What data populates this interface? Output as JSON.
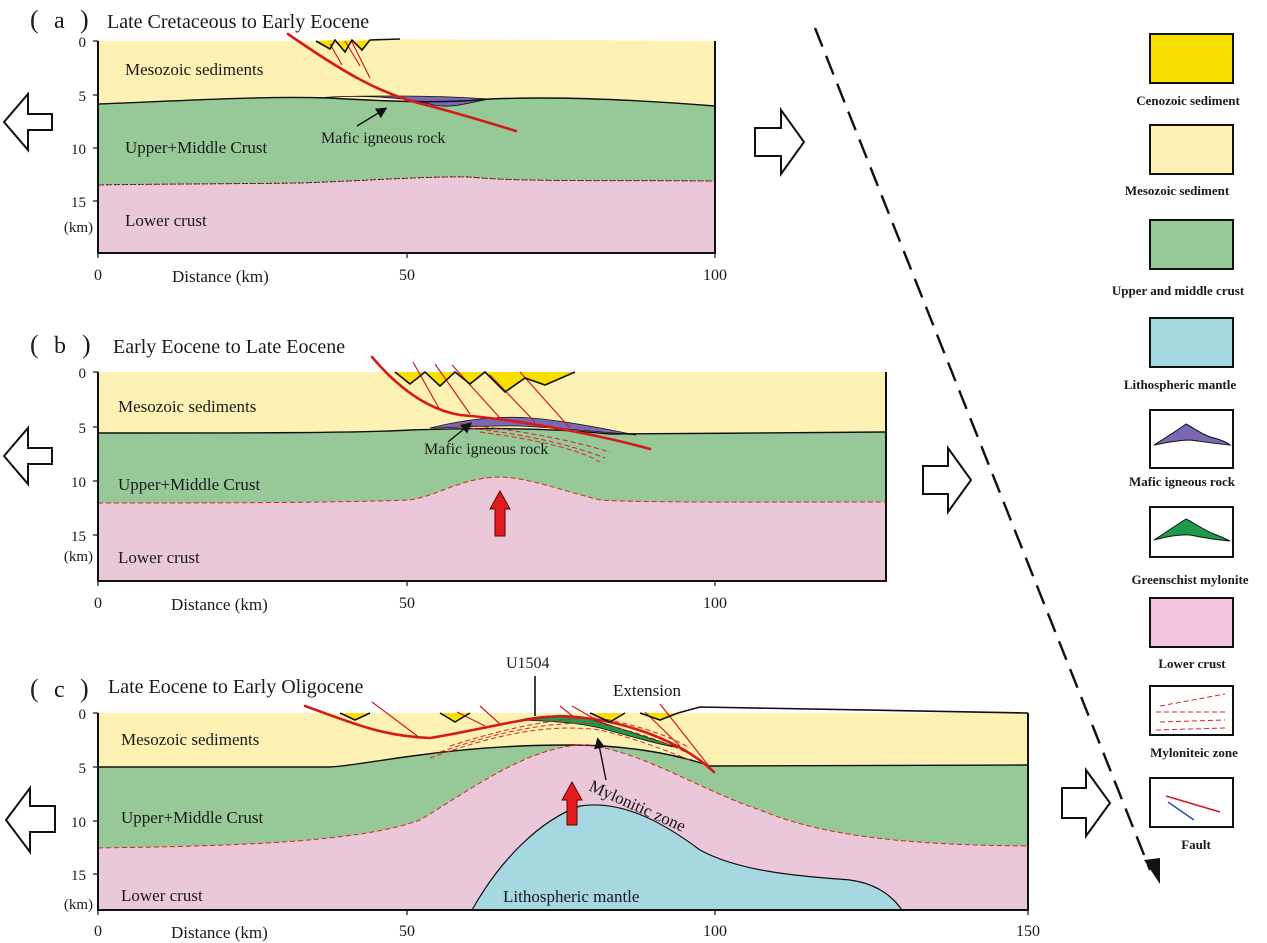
{
  "panels": [
    {
      "id": "a",
      "letter": "a",
      "title": "Late Cretaceous to Early Eocene",
      "depth_ticks": [
        "0",
        "5",
        "10",
        "15"
      ],
      "depth_unit": "(km)",
      "distance_ticks": [
        "0",
        "50",
        "100"
      ],
      "distance_label": "Distance (km)",
      "layers": {
        "sediments": "Mesozoic sediments",
        "upper_crust": "Upper+Middle Crust",
        "lower_crust": "Lower crust"
      },
      "annotation": "Mafic igneous rock"
    },
    {
      "id": "b",
      "letter": "b",
      "title": "Early Eocene to Late Eocene",
      "depth_ticks": [
        "0",
        "5",
        "10",
        "15"
      ],
      "depth_unit": "(km)",
      "distance_ticks": [
        "0",
        "50",
        "100"
      ],
      "distance_label": "Distance (km)",
      "layers": {
        "sediments": "Mesozoic sediments",
        "upper_crust": "Upper+Middle Crust",
        "lower_crust": "Lower crust"
      },
      "annotation": "Mafic igneous rock"
    },
    {
      "id": "c",
      "letter": "c",
      "title": "Late Eocene to Early Oligocene",
      "depth_ticks": [
        "0",
        "5",
        "10",
        "15"
      ],
      "depth_unit": "(km)",
      "distance_ticks": [
        "0",
        "50",
        "100",
        "150"
      ],
      "distance_label": "Distance (km)",
      "layers": {
        "sediments": "Mesozoic sediments",
        "upper_crust": "Upper+Middle Crust",
        "lower_crust": "Lower crust",
        "mantle": "Lithospheric mantle"
      },
      "site_label": "U1504",
      "extension_label": "Extension",
      "mylonite_label": "Mylonitic zone"
    }
  ],
  "legend": [
    {
      "label": "Cenozoic sediment",
      "color": "#f7df00"
    },
    {
      "label": "Mesozoic sediment",
      "color": "#fdf2b3"
    },
    {
      "label": "Upper and middle crust",
      "color": "#97c898"
    },
    {
      "label": "Lithospheric mantle",
      "color": "#a6d8e2"
    },
    {
      "label": "Mafic igneous rock",
      "color": "#7a68b5"
    },
    {
      "label": "Greenschist mylonite",
      "color": "#1f9a4a"
    },
    {
      "label": "Lower crust",
      "color": "#f4c6dd"
    },
    {
      "label": "Myloniteic zone",
      "color": "#e03030"
    },
    {
      "label": "Fault",
      "color": "#d61a1a"
    }
  ],
  "colors": {
    "cenozoic": "#f7df00",
    "mesozoic": "#fdf2b3",
    "upper_crust": "#97c898",
    "lower_crust": "#ebc7da",
    "mantle": "#a6d8e2",
    "mafic": "#7a68b5",
    "greenschist": "#1f9a4a",
    "fault_red": "#d61a1a",
    "fault_blue": "#2a4fc0"
  }
}
